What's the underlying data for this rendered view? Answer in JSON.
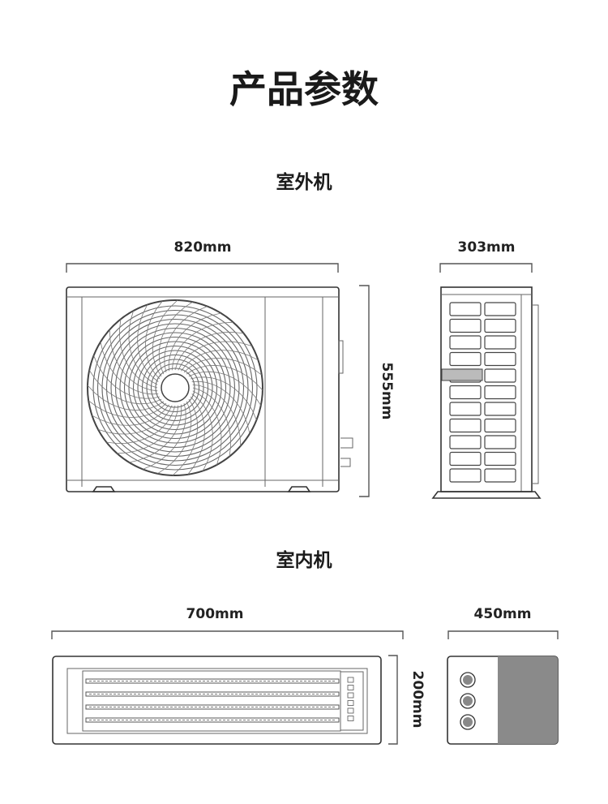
{
  "page": {
    "title": "产品参数"
  },
  "outdoor": {
    "heading": "室外机",
    "width_label": "820mm",
    "depth_label": "303mm",
    "height_label": "555mm"
  },
  "indoor": {
    "heading": "室内机",
    "width_label": "700mm",
    "depth_label": "450mm",
    "height_label": "200mm"
  },
  "colors": {
    "text": "#1a1a1a",
    "line": "#555555",
    "panel_gray": "#8a8a8a"
  }
}
